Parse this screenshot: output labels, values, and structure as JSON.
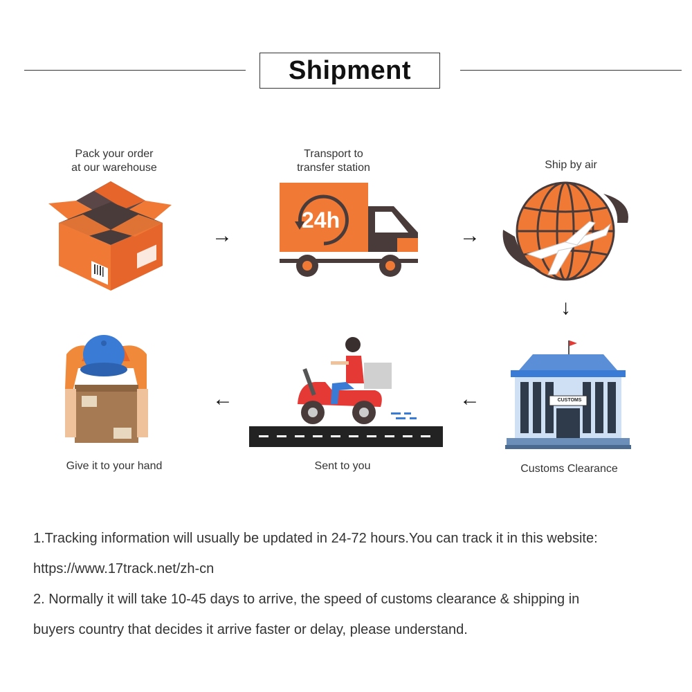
{
  "header": {
    "title": "Shipment"
  },
  "steps": [
    {
      "icon": "box-icon",
      "label_line1": "Pack your order",
      "label_line2": "at our warehouse"
    },
    {
      "icon": "truck-icon",
      "label_line1": "Transport to",
      "label_line2": "transfer station",
      "badge": "24h"
    },
    {
      "icon": "globe-plane-icon",
      "label": "Ship by air"
    },
    {
      "icon": "customs-building-icon",
      "label": "Customs Clearance",
      "sign": "CUSTOMS"
    },
    {
      "icon": "courier-scooter-icon",
      "label": "Sent to you"
    },
    {
      "icon": "delivery-person-icon",
      "label": "Give it to your hand"
    }
  ],
  "notes": {
    "line1": "1.Tracking information will usually be updated in 24-72 hours.You can track it in this website:",
    "line2": "https://www.17track.net/zh-cn",
    "line3": "2. Normally it will take 10-45 days to arrive, the speed of customs clearance & shipping in",
    "line4": "buyers country that decides it arrive faster or delay, please understand."
  },
  "colors": {
    "accent": "#f07a35",
    "dark": "#4a3b3b",
    "blue": "#3a7bd5",
    "red": "#e53935"
  }
}
